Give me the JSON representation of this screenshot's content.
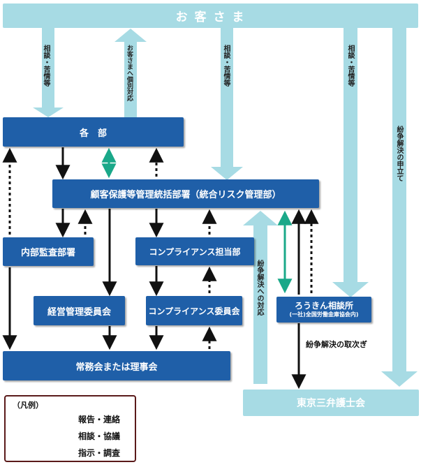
{
  "nodes": {
    "customer": "お 客 さ ま",
    "departments": "各　部",
    "hq": "顧客保護等管理統括部署（統合リスク管理部）",
    "audit": "内部監査部署",
    "compliance_officer": "コンプライアンス担当部",
    "management_committee": "経営管理委員会",
    "compliance_committee": "コンプライアンス委員会",
    "board": "常務会または理事会",
    "rokin_line1": "ろうきん相談所",
    "rokin_line2": "(一社)全国労働金庫協会内)",
    "bar": "東京三弁護士会"
  },
  "labels": {
    "consult_1": "相談・苦情等",
    "individual": "お客さまへ個別対応",
    "consult_2": "相談・苦情等",
    "consult_3": "相談・苦情等",
    "dispute_application": "紛争解決の申立て",
    "dispute_response": "紛争解決への対応",
    "dispute_forward": "紛争解決の取次ぎ"
  },
  "legend": {
    "title": "（凡例）",
    "report": "報告・連絡",
    "consult": "相談・協議",
    "instruct": "指示・調査"
  },
  "colors": {
    "box_dark": "#1f5fa8",
    "box_light": "#a7dbe4",
    "arrow_light": "#a7dbe4",
    "arrow_black": "#111111",
    "arrow_green": "#1aa889",
    "legend_border": "#5a1a1a"
  }
}
